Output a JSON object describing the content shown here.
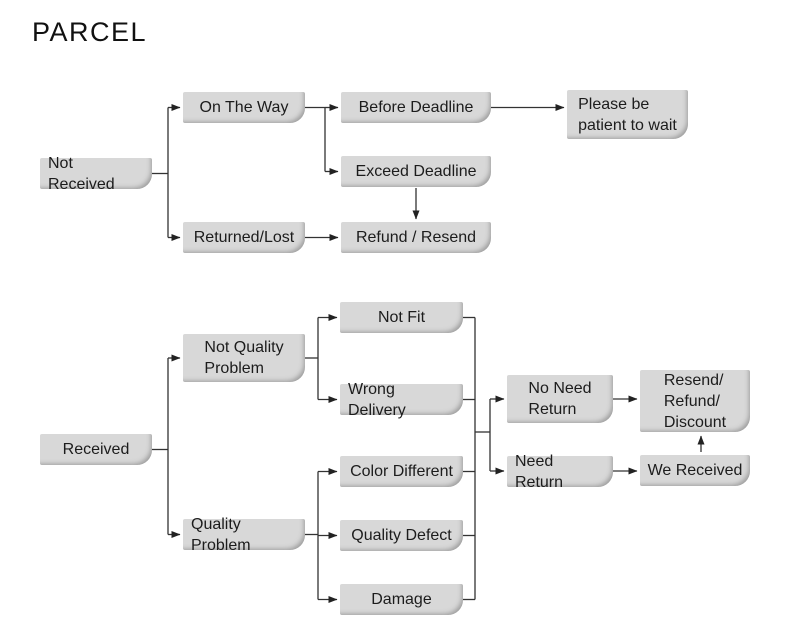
{
  "title": "PARCEL",
  "colors": {
    "background": "#ffffff",
    "node_fill": "#d8d8d8",
    "node_text": "#1c1c1c",
    "line": "#333333"
  },
  "flowchart": {
    "nodes": {
      "not_received": {
        "label": "Not Received"
      },
      "on_the_way": {
        "label": "On The Way"
      },
      "returned_lost": {
        "label": "Returned/Lost"
      },
      "before_deadline": {
        "label": "Before Deadline"
      },
      "exceed_deadline": {
        "label": "Exceed Deadline"
      },
      "please_wait": {
        "label": "Please be\npatient to wait"
      },
      "refund_resend": {
        "label": "Refund / Resend"
      },
      "received": {
        "label": "Received"
      },
      "not_quality_problem": {
        "label": "Not Quality\nProblem"
      },
      "quality_problem": {
        "label": "Quality Problem"
      },
      "not_fit": {
        "label": "Not Fit"
      },
      "wrong_delivery": {
        "label": "Wrong Delivery"
      },
      "color_different": {
        "label": "Color Different"
      },
      "quality_defect": {
        "label": "Quality Defect"
      },
      "damage": {
        "label": "Damage"
      },
      "no_need_return": {
        "label": "No Need\nReturn"
      },
      "need_return": {
        "label": "Need Return"
      },
      "resend_refund_discount": {
        "label": "Resend/\nRefund/\nDiscount"
      },
      "we_received": {
        "label": "We Received"
      }
    },
    "edges": [
      {
        "from": "Not Received",
        "to": "On The Way"
      },
      {
        "from": "Not Received",
        "to": "Returned/Lost"
      },
      {
        "from": "On The Way",
        "to": "Before Deadline"
      },
      {
        "from": "On The Way",
        "to": "Exceed Deadline"
      },
      {
        "from": "Before Deadline",
        "to": "Please be patient to wait"
      },
      {
        "from": "Exceed Deadline",
        "to": "Refund / Resend"
      },
      {
        "from": "Returned/Lost",
        "to": "Refund / Resend"
      },
      {
        "from": "Received",
        "to": "Not Quality Problem"
      },
      {
        "from": "Received",
        "to": "Quality Problem"
      },
      {
        "from": "Not Quality Problem",
        "to": "Not Fit"
      },
      {
        "from": "Not Quality Problem",
        "to": "Wrong Delivery"
      },
      {
        "from": "Quality Problem",
        "to": "Color Different"
      },
      {
        "from": "Quality Problem",
        "to": "Quality Defect"
      },
      {
        "from": "Quality Problem",
        "to": "Damage"
      },
      {
        "from": [
          "Not Fit",
          "Wrong Delivery",
          "Color Different",
          "Quality Defect",
          "Damage"
        ],
        "to": [
          "No Need Return",
          "Need Return"
        ]
      },
      {
        "from": "No Need Return",
        "to": "Resend/Refund/Discount"
      },
      {
        "from": "Need Return",
        "to": "We Received"
      },
      {
        "from": "We Received",
        "to": "Resend/Refund/Discount"
      }
    ]
  }
}
